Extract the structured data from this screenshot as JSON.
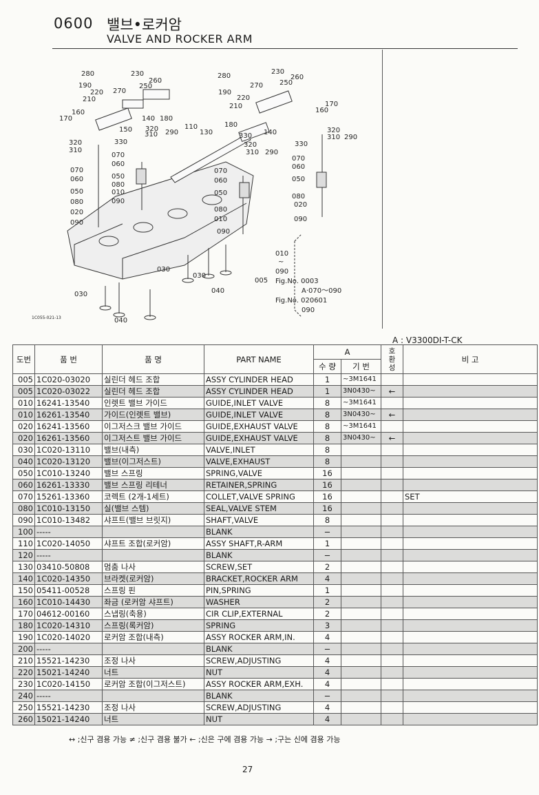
{
  "header": {
    "section_code": "0600",
    "title_ko": "밸브•로커암",
    "title_en": "VALVE AND ROCKER ARM"
  },
  "illustration": {
    "callouts": {
      "left_group": [
        "280",
        "230",
        "260",
        "190",
        "220",
        "270",
        "250",
        "210",
        "160",
        "170",
        "140",
        "180",
        "150",
        "320",
        "330",
        "310",
        "290",
        "320",
        "310",
        "070",
        "060",
        "050",
        "080",
        "020",
        "090",
        "070",
        "060",
        "050",
        "080",
        "010",
        "090",
        "110",
        "130",
        "030",
        "030",
        "040"
      ],
      "right_group": [
        "280",
        "230",
        "260",
        "270",
        "250",
        "190",
        "220",
        "170",
        "210",
        "160",
        "180",
        "140",
        "330",
        "320",
        "310",
        "290",
        "320",
        "310",
        "290",
        "330",
        "070",
        "060",
        "050",
        "080",
        "020",
        "090",
        "070",
        "060",
        "050",
        "080",
        "010",
        "090",
        "030",
        "040"
      ]
    },
    "footnote": {
      "line1": "010",
      "line2": "~",
      "line3": "090",
      "ref_num": "005",
      "fig_a": "Fig.No.  0003",
      "fig_a_range": "A·070～090",
      "fig_b": "Fig.No.  020601",
      "fig_b_range": "090"
    },
    "drawing_code": "1C055-021-13"
  },
  "model_label": "A : V3300DI-T-CK",
  "table": {
    "headers": {
      "ref": "도번",
      "part_no": "품  번",
      "name_ko": "품        명",
      "name_en": "PART  NAME",
      "group_a": "A",
      "qty": "수 량",
      "serial": "기 번",
      "interchange": "호\n환\n성",
      "remarks": "비        고"
    },
    "rows": [
      {
        "ref": "005",
        "part_no": "1C020-03020",
        "name_ko": "실린더 헤드 조합",
        "name_en": "ASSY CYLINDER HEAD",
        "qty": "1",
        "serial": "~3M1641",
        "interchange": "",
        "remarks": "",
        "shade": false
      },
      {
        "ref": "005",
        "part_no": "1C020-03022",
        "name_ko": "실린더 헤드 조합",
        "name_en": "ASSY CYLINDER HEAD",
        "qty": "1",
        "serial": "3N0430~",
        "interchange": "←",
        "remarks": "",
        "shade": true
      },
      {
        "ref": "010",
        "part_no": "16241-13540",
        "name_ko": "인렛트 밸브 가이드",
        "name_en": "GUIDE,INLET VALVE",
        "qty": "8",
        "serial": "~3M1641",
        "interchange": "",
        "remarks": "",
        "shade": false
      },
      {
        "ref": "010",
        "part_no": "16261-13540",
        "name_ko": "가이드(인렛트 밸브)",
        "name_en": "GUIDE,INLET VALVE",
        "qty": "8",
        "serial": "3N0430~",
        "interchange": "←",
        "remarks": "",
        "shade": true
      },
      {
        "ref": "020",
        "part_no": "16241-13560",
        "name_ko": "이그저스크 밸브 가이드",
        "name_en": "GUIDE,EXHAUST VALVE",
        "qty": "8",
        "serial": "~3M1641",
        "interchange": "",
        "remarks": "",
        "shade": false
      },
      {
        "ref": "020",
        "part_no": "16261-13560",
        "name_ko": "이그저스트 밸브 가이드",
        "name_en": "GUIDE,EXHAUST VALVE",
        "qty": "8",
        "serial": "3N0430~",
        "interchange": "←",
        "remarks": "",
        "shade": true
      },
      {
        "ref": "030",
        "part_no": "1C020-13110",
        "name_ko": "밸브(내측)",
        "name_en": "VALVE,INLET",
        "qty": "8",
        "serial": "",
        "interchange": "",
        "remarks": "",
        "shade": false
      },
      {
        "ref": "040",
        "part_no": "1C020-13120",
        "name_ko": "밸브(이그저스트)",
        "name_en": "VALVE,EXHAUST",
        "qty": "8",
        "serial": "",
        "interchange": "",
        "remarks": "",
        "shade": true
      },
      {
        "ref": "050",
        "part_no": "1C010-13240",
        "name_ko": "밸브 스프링",
        "name_en": "SPRING,VALVE",
        "qty": "16",
        "serial": "",
        "interchange": "",
        "remarks": "",
        "shade": false
      },
      {
        "ref": "060",
        "part_no": "16261-13330",
        "name_ko": "밸브 스프링 리테너",
        "name_en": "RETAINER,SPRING",
        "qty": "16",
        "serial": "",
        "interchange": "",
        "remarks": "",
        "shade": true
      },
      {
        "ref": "070",
        "part_no": "15261-13360",
        "name_ko": "코렉트 (2개-1세트)",
        "name_en": "COLLET,VALVE SPRING",
        "qty": "16",
        "serial": "",
        "interchange": "",
        "remarks": "SET",
        "shade": false
      },
      {
        "ref": "080",
        "part_no": "1C010-13150",
        "name_ko": "실(밸브 스템)",
        "name_en": "SEAL,VALVE STEM",
        "qty": "16",
        "serial": "",
        "interchange": "",
        "remarks": "",
        "shade": true
      },
      {
        "ref": "090",
        "part_no": "1C010-13482",
        "name_ko": "샤프트(밸브 브릿지)",
        "name_en": "SHAFT,VALVE",
        "qty": "8",
        "serial": "",
        "interchange": "",
        "remarks": "",
        "shade": false
      },
      {
        "ref": "100",
        "part_no": "-----",
        "name_ko": "",
        "name_en": "BLANK",
        "qty": "−",
        "serial": "",
        "interchange": "",
        "remarks": "",
        "shade": true
      },
      {
        "ref": "110",
        "part_no": "1C020-14050",
        "name_ko": "샤프트 조합(로커암)",
        "name_en": "ASSY SHAFT,R-ARM",
        "qty": "1",
        "serial": "",
        "interchange": "",
        "remarks": "",
        "shade": false
      },
      {
        "ref": "120",
        "part_no": "-----",
        "name_ko": "",
        "name_en": "BLANK",
        "qty": "−",
        "serial": "",
        "interchange": "",
        "remarks": "",
        "shade": true
      },
      {
        "ref": "130",
        "part_no": "03410-50808",
        "name_ko": "멈춤 나사",
        "name_en": "SCREW,SET",
        "qty": "2",
        "serial": "",
        "interchange": "",
        "remarks": "",
        "shade": false
      },
      {
        "ref": "140",
        "part_no": "1C020-14350",
        "name_ko": "브라켓(로커암)",
        "name_en": "BRACKET,ROCKER ARM",
        "qty": "4",
        "serial": "",
        "interchange": "",
        "remarks": "",
        "shade": true
      },
      {
        "ref": "150",
        "part_no": "05411-00528",
        "name_ko": "스프링 핀",
        "name_en": "PIN,SPRING",
        "qty": "1",
        "serial": "",
        "interchange": "",
        "remarks": "",
        "shade": false
      },
      {
        "ref": "160",
        "part_no": "1C010-14430",
        "name_ko": "좌금 (로커암 샤프트)",
        "name_en": "WASHER",
        "qty": "2",
        "serial": "",
        "interchange": "",
        "remarks": "",
        "shade": true
      },
      {
        "ref": "170",
        "part_no": "04612-00160",
        "name_ko": "스냅링(축용)",
        "name_en": "CIR CLIP,EXTERNAL",
        "qty": "2",
        "serial": "",
        "interchange": "",
        "remarks": "",
        "shade": false
      },
      {
        "ref": "180",
        "part_no": "1C020-14310",
        "name_ko": "스프링(록커암)",
        "name_en": "SPRING",
        "qty": "3",
        "serial": "",
        "interchange": "",
        "remarks": "",
        "shade": true
      },
      {
        "ref": "190",
        "part_no": "1C020-14020",
        "name_ko": "로커암 조합(내측)",
        "name_en": "ASSY ROCKER ARM,IN.",
        "qty": "4",
        "serial": "",
        "interchange": "",
        "remarks": "",
        "shade": false
      },
      {
        "ref": "200",
        "part_no": "-----",
        "name_ko": "",
        "name_en": "BLANK",
        "qty": "−",
        "serial": "",
        "interchange": "",
        "remarks": "",
        "shade": true
      },
      {
        "ref": "210",
        "part_no": "15521-14230",
        "name_ko": "조정 나사",
        "name_en": "SCREW,ADJUSTING",
        "qty": "4",
        "serial": "",
        "interchange": "",
        "remarks": "",
        "shade": false
      },
      {
        "ref": "220",
        "part_no": "15021-14240",
        "name_ko": "너트",
        "name_en": "NUT",
        "qty": "4",
        "serial": "",
        "interchange": "",
        "remarks": "",
        "shade": true
      },
      {
        "ref": "230",
        "part_no": "1C020-14150",
        "name_ko": "로커암 조합(이그저스트)",
        "name_en": "ASSY ROCKER ARM,EXH.",
        "qty": "4",
        "serial": "",
        "interchange": "",
        "remarks": "",
        "shade": false
      },
      {
        "ref": "240",
        "part_no": "-----",
        "name_ko": "",
        "name_en": "BLANK",
        "qty": "−",
        "serial": "",
        "interchange": "",
        "remarks": "",
        "shade": true
      },
      {
        "ref": "250",
        "part_no": "15521-14230",
        "name_ko": "조정 나사",
        "name_en": "SCREW,ADJUSTING",
        "qty": "4",
        "serial": "",
        "interchange": "",
        "remarks": "",
        "shade": false
      },
      {
        "ref": "260",
        "part_no": "15021-14240",
        "name_ko": "너트",
        "name_en": "NUT",
        "qty": "4",
        "serial": "",
        "interchange": "",
        "remarks": "",
        "shade": true
      }
    ]
  },
  "legend": "↔ ;신구 겸용 가능    ≠ ;신구 겸용 불가    ← ;신은 구에 겸용 가능    → ;구는 신에 겸용 가능",
  "page_number": "27"
}
